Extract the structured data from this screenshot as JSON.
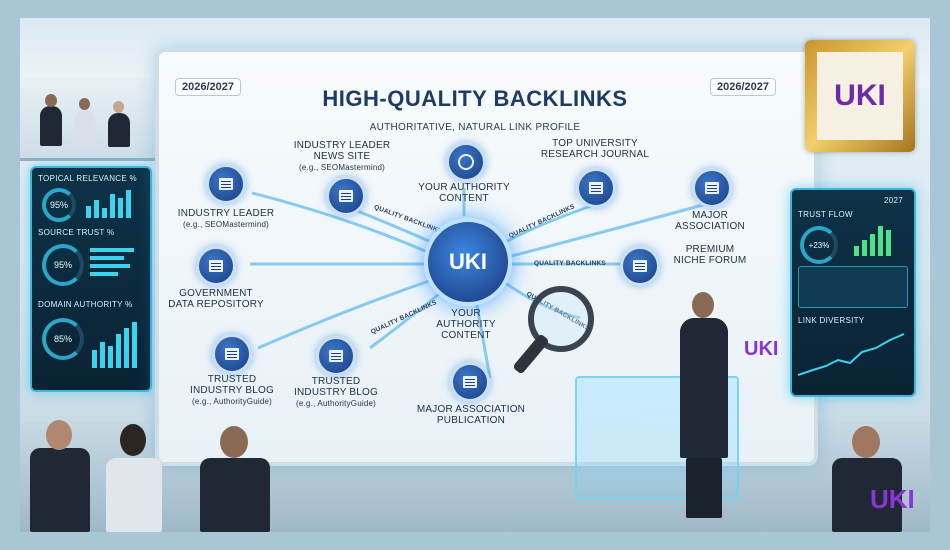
{
  "screen": {
    "title": "HIGH-QUALITY BACKLINKS",
    "subtitle": "AUTHORITATIVE, NATURAL LINK PROFILE",
    "year_left": "2026/2027",
    "year_right": "2026/2027"
  },
  "nodes": {
    "industry_leader_news": {
      "line1": "INDUSTRY LEADER",
      "line2": "NEWS SITE",
      "note": "(e.g., SEOMastermind)"
    },
    "authority_content_top": {
      "line1": "YOUR AUTHORITY",
      "line2": "CONTENT"
    },
    "university_journal": {
      "line1": "TOP UNIVERSITY",
      "line2": "RESEARCH JOURNAL"
    },
    "industry_leader": {
      "line1": "INDUSTRY LEADER",
      "note": "(e.g., SEOMastermind)"
    },
    "major_association": {
      "line1": "MAJOR",
      "line2": "ASSOCIATION"
    },
    "government_repo": {
      "line1": "GOVERNMENT",
      "line2": "DATA REPOSITORY"
    },
    "premium_forum": {
      "line1": "PREMIUM",
      "line2": "NICHE FORUM"
    },
    "trusted_blog_left": {
      "line1": "TRUSTED",
      "line2": "INDUSTRY BLOG",
      "note": "(e.g., AuthorityGuide)"
    },
    "trusted_blog_center": {
      "line1": "TRUSTED",
      "line2": "INDUSTRY BLOG",
      "note": "(e.g., AuthorityGuide)"
    },
    "authority_content_center": {
      "line1": "YOUR",
      "line2": "AUTHORITY",
      "line3": "CONTENT"
    },
    "major_association_pub": {
      "line1": "MAJOR ASSOCIATION",
      "line2": "PUBLICATION"
    }
  },
  "arrow_labels": {
    "a1": "QUALITY BACKLINKS",
    "a2": "QUALITY BACKLINKS",
    "a3": "QUALITY BACKLINKS",
    "a4": "QUALITY BACKLINKS",
    "a5": "QUALITY BACKLINKS"
  },
  "hub": {
    "logo": "UKI"
  },
  "left_panel": {
    "topical_relevance": "TOPICAL RELEVANCE %",
    "topical_value": "95%",
    "source_trust": "SOURCE TRUST %",
    "source_value": "95%",
    "domain_authority": "DOMAIN AUTHORITY %",
    "domain_value": "85%"
  },
  "right_panel": {
    "trust_flow": "TRUST FLOW",
    "trust_value": "+23%",
    "year": "2027",
    "link_diversity": "LINK DIVERSITY"
  },
  "logos": {
    "framed": "UKI",
    "podium": "UKI",
    "corner": "UKI"
  },
  "colors": {
    "accent": "#1d3b64",
    "glow": "#3ad3f0",
    "brand": "#8a35d6"
  }
}
